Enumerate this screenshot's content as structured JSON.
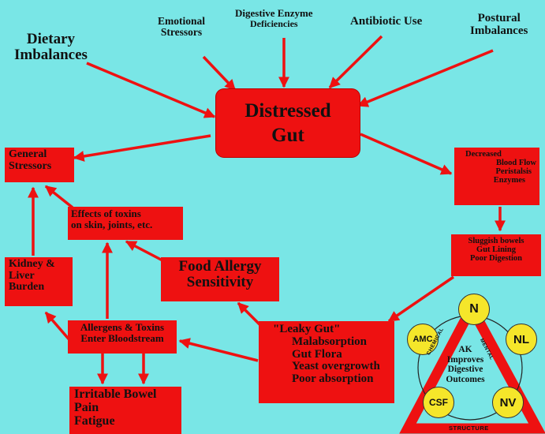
{
  "inputs": {
    "dietary": [
      "Dietary",
      "Imbalances"
    ],
    "emotional": [
      "Emotional",
      "Stressors"
    ],
    "enzyme": [
      "Digestive Enzyme",
      "Deficiencies"
    ],
    "antibiotic": "Antibiotic Use",
    "postural": [
      "Postural",
      "Imbalances"
    ]
  },
  "center": [
    "Distressed",
    "Gut"
  ],
  "decreased": [
    "Decreased",
    "Blood Flow",
    "Peristalsis",
    "Enzymes"
  ],
  "sluggish": [
    "Sluggish bowels",
    "Gut Lining",
    "Poor Digestion"
  ],
  "leaky": [
    "\"Leaky Gut\"",
    "Malabsorption",
    "Gut Flora",
    "Yeast overgrowth",
    "Poor absorption"
  ],
  "food_allergy": [
    "Food Allergy",
    "Sensitivity"
  ],
  "toxins_effects": [
    "Effects of toxins",
    "on skin, joints, etc."
  ],
  "general_stressors": [
    "General",
    "Stressors"
  ],
  "kidney": [
    "Kidney &",
    "Liver",
    "Burden"
  ],
  "allergens": [
    "Allergens & Toxins",
    "Enter Bloodstream"
  ],
  "ibs": [
    "Irritable Bowel",
    "Pain",
    "Fatigue"
  ],
  "triangle": {
    "nodes": {
      "top": "N",
      "left": "AMC",
      "right": "NL",
      "bottom_left": "CSF",
      "bottom_right": "NV"
    },
    "center_text": [
      "AK",
      "Improves",
      "Digestive",
      "Outcomes"
    ],
    "edges": {
      "left": "CHEMICAL",
      "right": "MENTAL",
      "bottom": "STRUCTURE"
    }
  },
  "colors": {
    "background": "#79e6e6",
    "box": "#ee1111",
    "arrow": "#ee1111",
    "node": "#f5e62a"
  }
}
